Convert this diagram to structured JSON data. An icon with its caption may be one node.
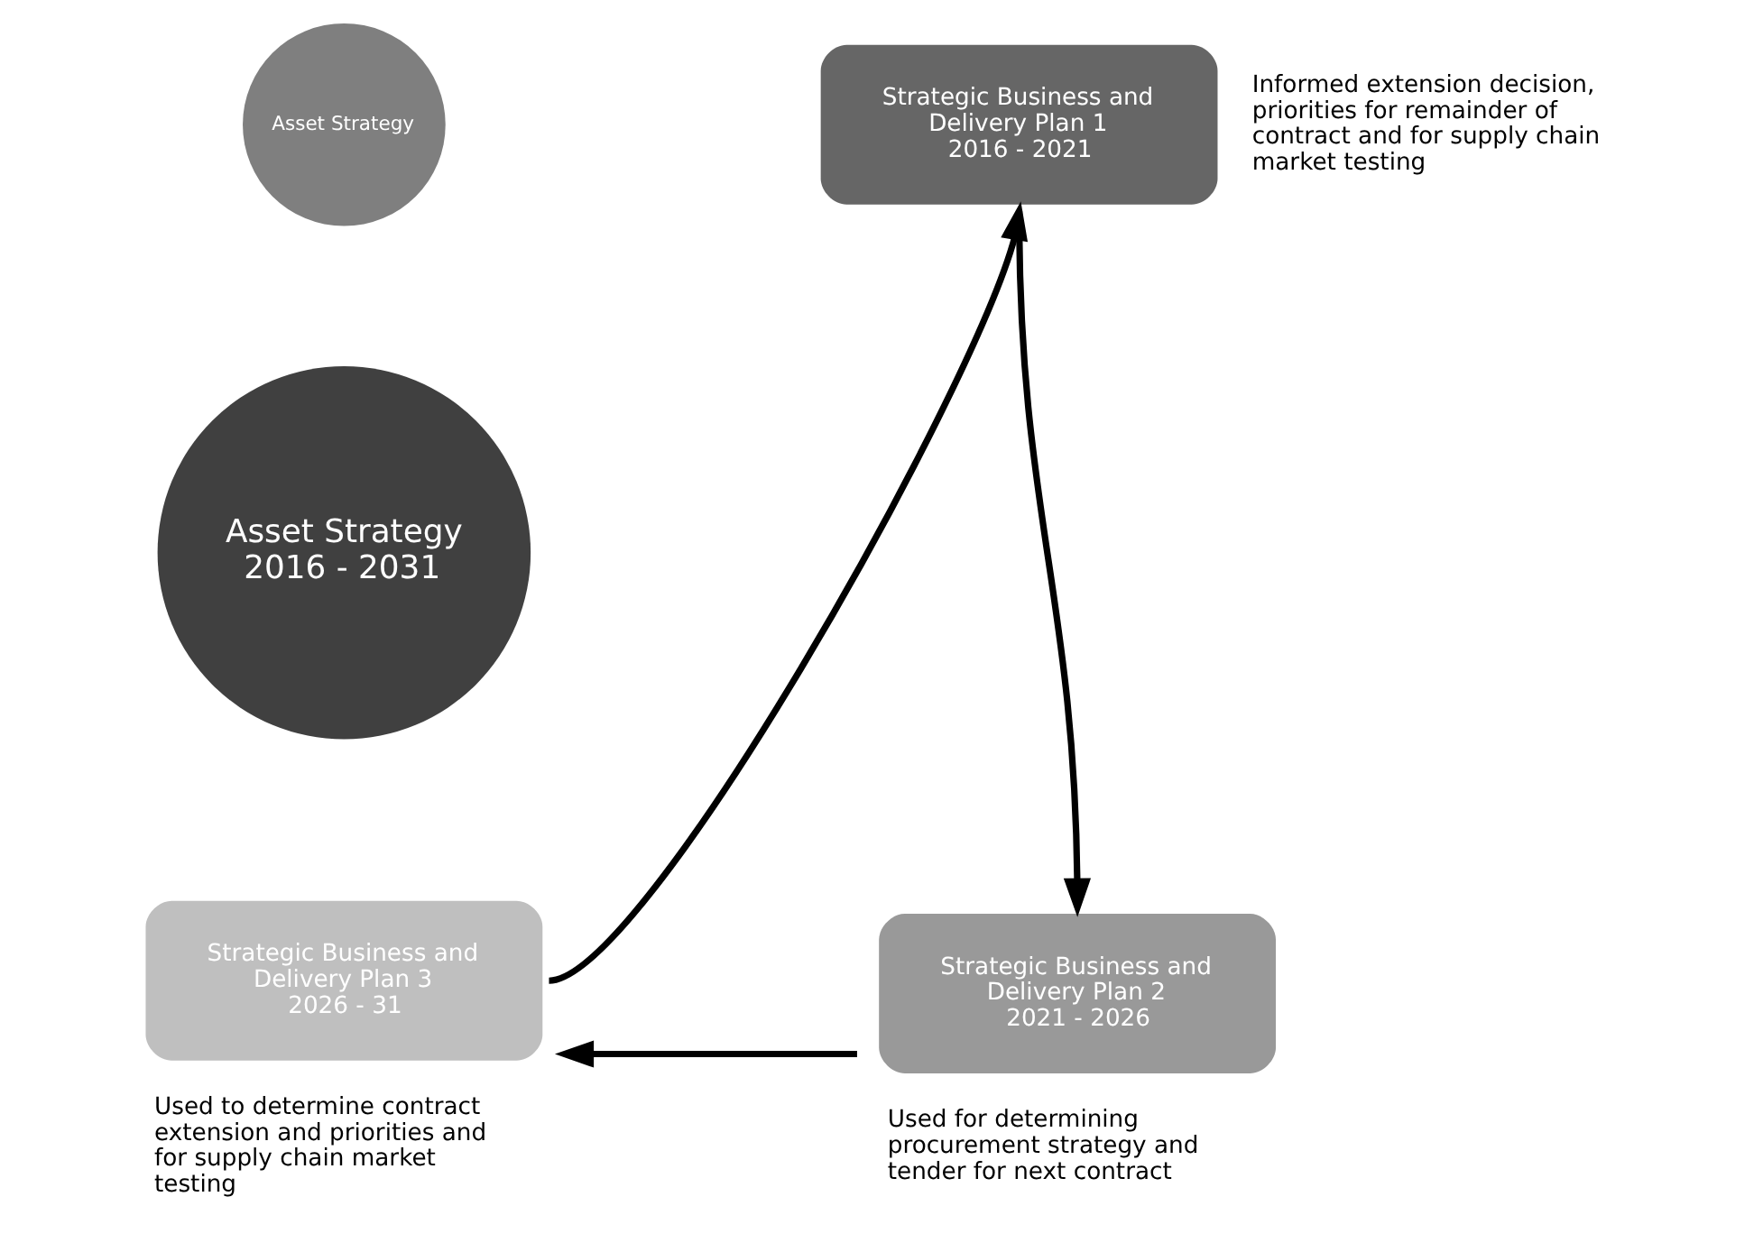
{
  "diagram": {
    "nodes": [
      {
        "text": [
          "Asset Strategy"
        ]
      },
      {
        "text": [
          "Strategic Business and Delivery Plan 1",
          "2016 - 2021"
        ],
        "beside": [
          "Informed extension decision, priorities for remainder of contract and for supply chain market testing"
        ]
      },
      {
        "text": [
          "Asset Strategy",
          "2016 - 2031"
        ]
      },
      {
        "text": [
          "Strategic Business and Delivery Plan 3",
          "2026 - 31"
        ],
        "beside": [
          "Used to determine contract extension and priorities and for supply chain market testing"
        ]
      },
      {
        "text": [
          "Strategic Business and Delivery Plan 2",
          "2021 - 2026"
        ],
        "beside": [
          "Used for determining procurement strategy and tender for next contract"
        ]
      }
    ],
    "edges": [
      {
        "from": 1,
        "to": 4,
        "arrow": "to"
      },
      {
        "from": 4,
        "to": 3,
        "arrow": "to"
      },
      {
        "from": 3,
        "to": 1,
        "arrow": "to"
      }
    ]
  }
}
